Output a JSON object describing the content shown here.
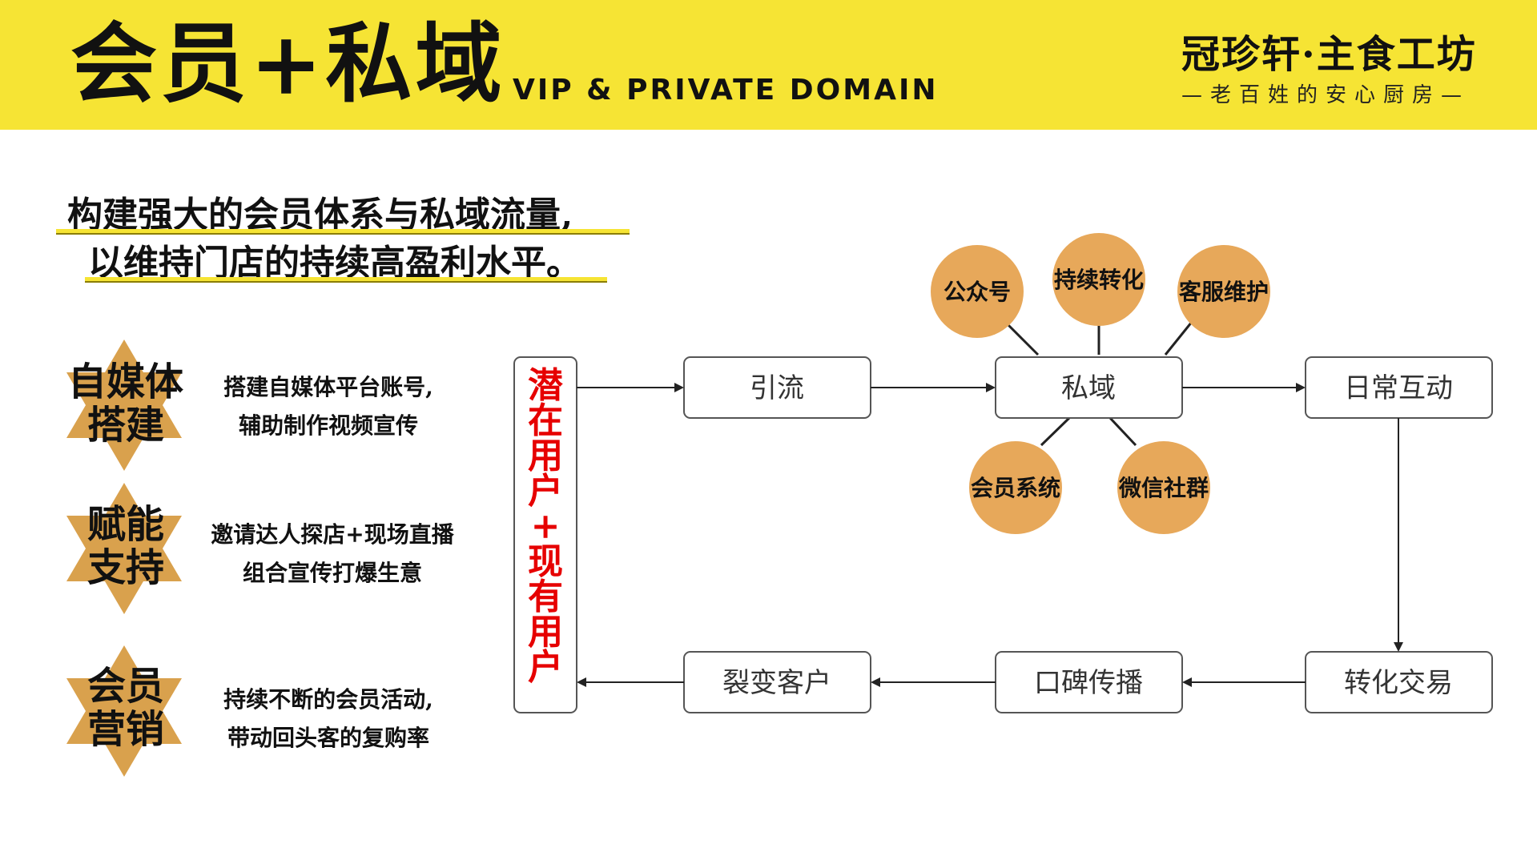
{
  "header": {
    "title": "会员+私域",
    "subtitle": "VIP & PRIVATE DOMAIN",
    "brand": "冠珍轩·主食工坊",
    "brand_tagline": "—老百姓的安心厨房—"
  },
  "slogan": {
    "line1": "构建强大的会员体系与私域流量,",
    "line2": "以维持门店的持续高盈利水平。"
  },
  "features": [
    {
      "badge_line1": "自媒体",
      "badge_line2": "搭建",
      "desc_line1": "搭建自媒体平台账号,",
      "desc_line2": "辅助制作视频宣传"
    },
    {
      "badge_line1": "赋能",
      "badge_line2": "支持",
      "desc_line1": "邀请达人探店+现场直播",
      "desc_line2": "组合宣传打爆生意"
    },
    {
      "badge_line1": "会员",
      "badge_line2": "营销",
      "desc_line1": "持续不断的会员活动,",
      "desc_line2": "带动回头客的复购率"
    }
  ],
  "flow": {
    "start_label_chars": [
      "潜",
      "在",
      "用",
      "户",
      "+",
      "现",
      "有",
      "用",
      "户"
    ],
    "nodes": {
      "yinliu": "引流",
      "siyu": "私域",
      "richang": "日常互动",
      "zhuanhua": "转化交易",
      "koubei": "口碑传播",
      "liebian": "裂变客户"
    },
    "satellites": [
      "公众号",
      "持续转化",
      "客服维护",
      "会员系统",
      "微信社群"
    ]
  },
  "colors": {
    "header_bg": "#f6e434",
    "circle_fill": "#e7a85a",
    "badge_fill": "#d9a14d",
    "start_text": "#e60000",
    "node_border": "#555555"
  }
}
